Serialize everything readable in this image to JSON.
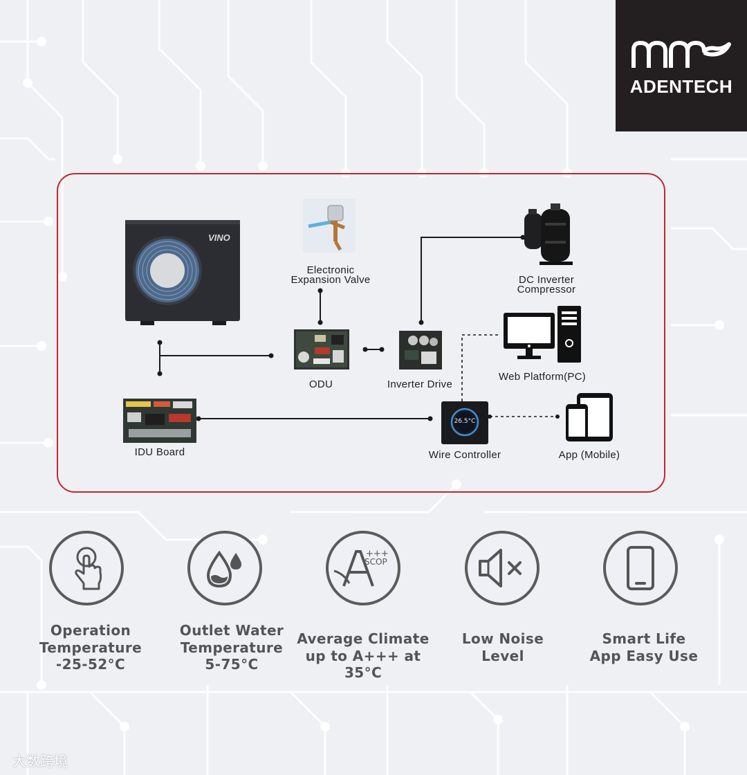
{
  "brand": {
    "name": "ADENTECH"
  },
  "diagram": {
    "unit_brand": "VINO",
    "nodes": {
      "expansion_valve": [
        "Electronic",
        "Expansion Valve"
      ],
      "compressor": [
        "DC Inverter",
        "Compressor"
      ],
      "odu": "ODU",
      "inverter_drive": "Inverter Drive",
      "web_platform": "Web Platform(PC)",
      "idu_board": "IDU Board",
      "wire_controller": "Wire Controller",
      "wire_controller_display": "26.5°C",
      "app": "App (Mobile)"
    }
  },
  "features": [
    {
      "icon": "touch-hand-icon",
      "lines": [
        "Operation",
        "Temperature",
        "-25-52°C"
      ]
    },
    {
      "icon": "water-drop-icon",
      "lines": [
        "Outlet Water",
        "Temperature",
        "5-75°C"
      ]
    },
    {
      "icon": "efficiency-rating-icon",
      "icon_text": [
        "+++",
        "SCOP"
      ],
      "lines": [
        "Average Climate",
        "up to A+++ at 35°C"
      ]
    },
    {
      "icon": "speaker-mute-icon",
      "lines": [
        "Low Noise",
        "Level"
      ]
    },
    {
      "icon": "smartphone-icon",
      "lines": [
        "Smart Life",
        "App Easy Use"
      ]
    }
  ],
  "watermark": "大数跨境"
}
